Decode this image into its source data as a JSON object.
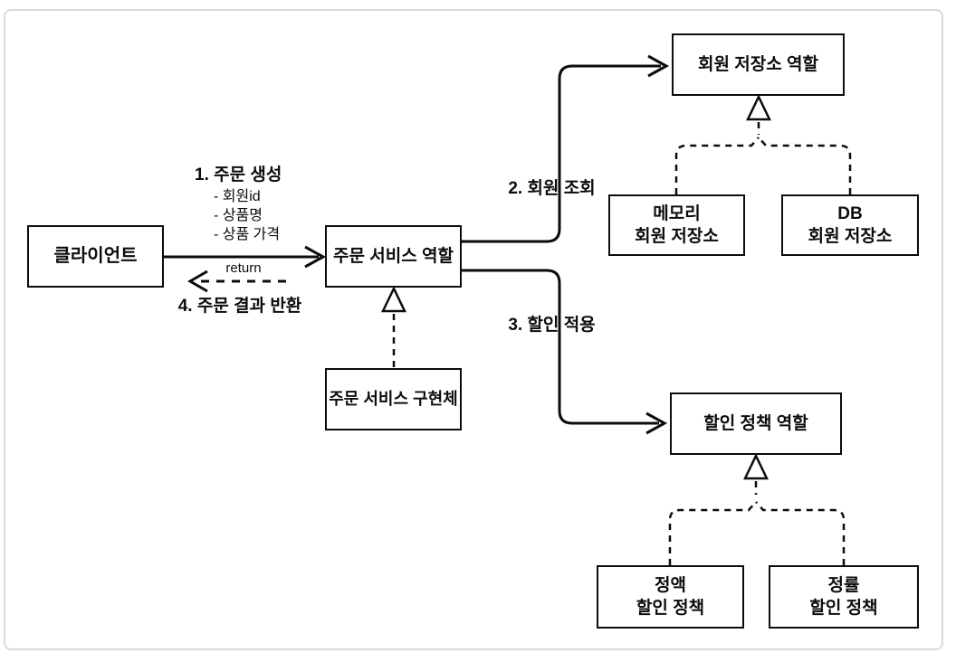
{
  "nodes": {
    "client": {
      "label": "클라이언트"
    },
    "order_service_role": {
      "label": "주문 서비스 역할"
    },
    "order_service_impl": {
      "label": "주문 서비스 구현체"
    },
    "member_repo_role": {
      "label": "회원 저장소 역할"
    },
    "memory_member_repo": {
      "line1": "메모리",
      "line2": "회원 저장소"
    },
    "db_member_repo": {
      "line1": "DB",
      "line2": "회원 저장소"
    },
    "discount_policy_role": {
      "label": "할인 정책 역할"
    },
    "fixed_discount_policy": {
      "line1": "정액",
      "line2": "할인 정책"
    },
    "rate_discount_policy": {
      "line1": "정률",
      "line2": "할인 정책"
    }
  },
  "annotations": {
    "step1_title": "1. 주문 생성",
    "step1_items": [
      "- 회원id",
      "- 상품명",
      "- 상품 가격"
    ],
    "step2": "2. 회원 조회",
    "step3": "3. 할인 적용",
    "step4": "4. 주문 결과 반환",
    "return_label": "return"
  },
  "colors": {
    "line": "#0c0c0c",
    "box_fill": "#ffffff",
    "frame_border": "#d9d9d9",
    "background": "#ffffff"
  }
}
